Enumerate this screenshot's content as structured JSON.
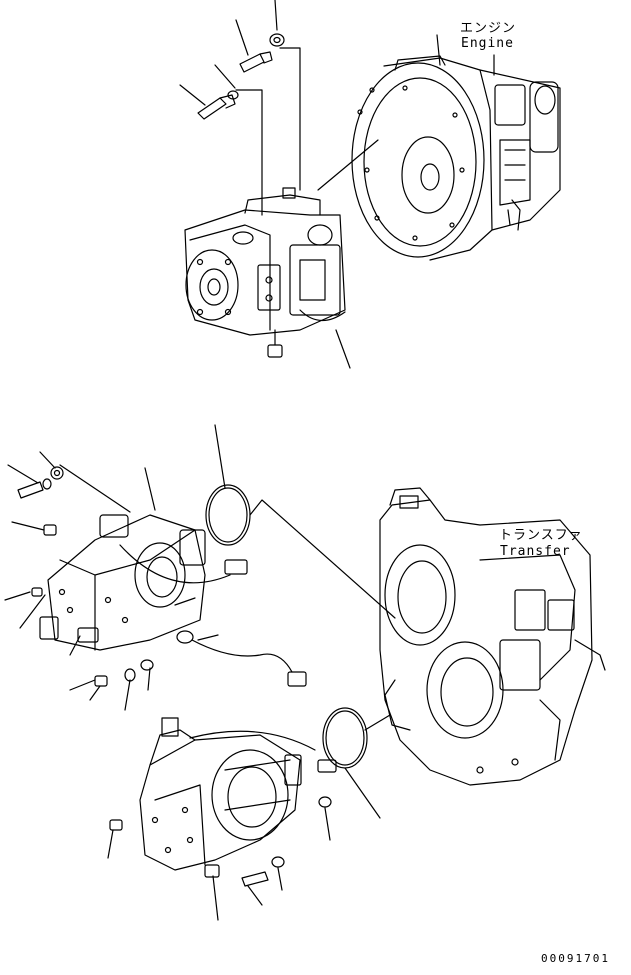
{
  "labels": {
    "engine_jp": "エンジン",
    "engine_en": "Engine",
    "transfer_jp": "トランスファ",
    "transfer_en": "Transfer",
    "figure_code": "00091701"
  },
  "colors": {
    "line": "#000000",
    "background": "#ffffff"
  }
}
